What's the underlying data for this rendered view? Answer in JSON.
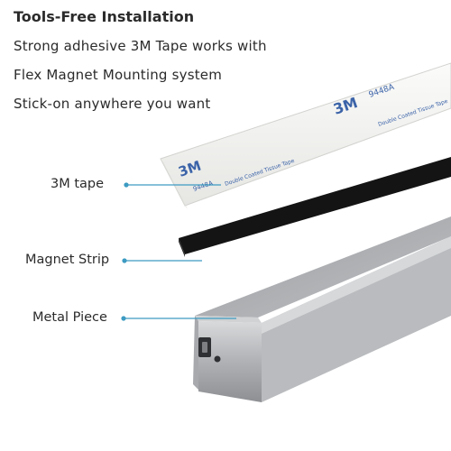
{
  "header": {
    "title": "Tools-Free Installation",
    "lines": [
      "Strong adhesive 3M Tape works with",
      "Flex Magnet Mounting system",
      "Stick-on anywhere you want"
    ]
  },
  "callouts": {
    "tape": "3M tape",
    "magnet": "Magnet Strip",
    "metal": "Metal Piece"
  },
  "tape_print": {
    "brand": "3M",
    "code": "9448A",
    "fine_text": "Double Coated Tissue Tape"
  },
  "colors": {
    "callout_line": "#3d9bc2",
    "tape": "#f3f3f1",
    "tape_print": "#3b63a8",
    "magnet": "#151515",
    "metal": "#b7b9bc"
  }
}
